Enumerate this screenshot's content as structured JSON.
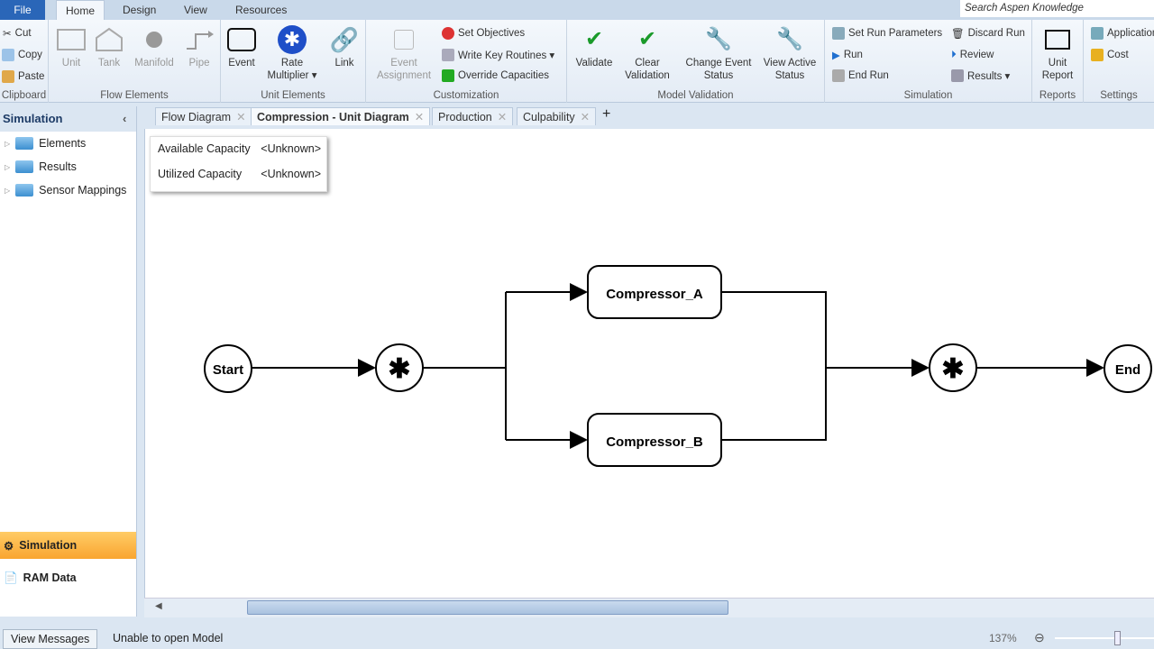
{
  "menu": {
    "file": "File",
    "tabs": [
      "Home",
      "Design",
      "View",
      "Resources"
    ],
    "search_placeholder": "Search Aspen Knowledge"
  },
  "ribbon": {
    "clipboard": {
      "label": "Clipboard",
      "items": [
        "Cut",
        "Copy",
        "Paste"
      ]
    },
    "flow_elements": {
      "label": "Flow Elements",
      "items": [
        "Unit",
        "Tank",
        "Manifold",
        "Pipe"
      ]
    },
    "unit_elements": {
      "label": "Unit Elements",
      "event": "Event",
      "rate1": "Rate",
      "rate2": "Multiplier ▾",
      "link": "Link"
    },
    "customization": {
      "label": "Customization",
      "ea1": "Event",
      "ea2": "Assignment",
      "items": [
        "Set Objectives",
        "Write Key Routines ▾",
        "Override Capacities"
      ]
    },
    "model_validation": {
      "label": "Model Validation",
      "validate": "Validate",
      "clear1": "Clear",
      "clear2": "Validation",
      "change1": "Change Event",
      "change2": "Status",
      "view1": "View Active",
      "view2": "Status"
    },
    "simulation": {
      "label": "Simulation",
      "items": [
        "Set Run Parameters",
        "Run",
        "End Run",
        "Discard Run",
        "Review",
        "Results ▾"
      ]
    },
    "reports": {
      "label": "Reports",
      "unit1": "Unit",
      "unit2": "Report"
    },
    "settings": {
      "label": "Settings",
      "items": [
        "Application",
        "Cost"
      ]
    }
  },
  "doc_tabs": [
    "Flow Diagram",
    "Compression - Unit Diagram",
    "Production",
    "Culpability"
  ],
  "sidebar": {
    "title": "Simulation",
    "tree": [
      "Elements",
      "Results",
      "Sensor Mappings"
    ],
    "nav": [
      "Simulation",
      "RAM Data"
    ]
  },
  "capacity": {
    "rows": [
      {
        "label": "Available Capacity",
        "value": "<Unknown>"
      },
      {
        "label": "Utilized Capacity",
        "value": "<Unknown>"
      }
    ]
  },
  "diagram": {
    "start": "Start",
    "end": "End",
    "junction_symbol": "✱",
    "units": [
      "Compressor_A",
      "Compressor_B"
    ]
  },
  "status": {
    "view_messages": "View Messages",
    "message": "Unable to open Model",
    "zoom": "137%"
  }
}
